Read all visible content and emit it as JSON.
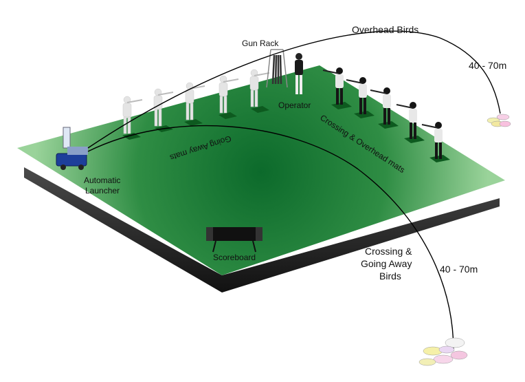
{
  "labels": {
    "overhead_birds": "Overhead Birds",
    "distance_top": "40 - 70m",
    "gun_rack": "Gun Rack",
    "operator": "Operator",
    "going_away_mats": "Going Away mats",
    "crossing_overhead_mats": "Crossing & Overhead mats",
    "automatic": "Automatic",
    "launcher": "Launcher",
    "scoreboard": "Scoreboard",
    "crossing_1": "Crossing &",
    "crossing_2": "Going Away",
    "crossing_3": "Birds",
    "distance_bottom": "40 - 70m"
  },
  "icons": {
    "launcher": "clay-launcher-machine",
    "gun_rack": "gun-rack",
    "scoreboard": "scoreboard",
    "shooter": "shooter-figure",
    "clay_targets": "clay-targets"
  },
  "colors": {
    "field_light": "#7dc57f",
    "field_dark": "#0b6a2a",
    "base": "#2a2a2a",
    "mat": "#0d5a1f",
    "shooter_light": "#e6e6e6",
    "shooter_dark": "#151515"
  }
}
